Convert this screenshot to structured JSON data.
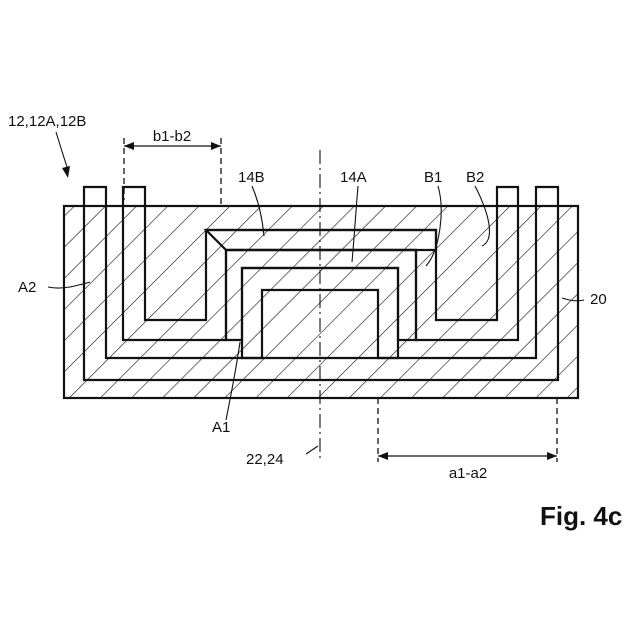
{
  "figure": {
    "caption": "Fig. 4c",
    "labels": {
      "assembly": "12,12A,12B",
      "dim_b": "b1-b2",
      "layer_14B": "14B",
      "layer_14A": "14A",
      "b1": "B1",
      "b2": "B2",
      "a2": "A2",
      "ref_20": "20",
      "a1": "A1",
      "axis": "22,24",
      "dim_a": "a1-a2"
    }
  }
}
